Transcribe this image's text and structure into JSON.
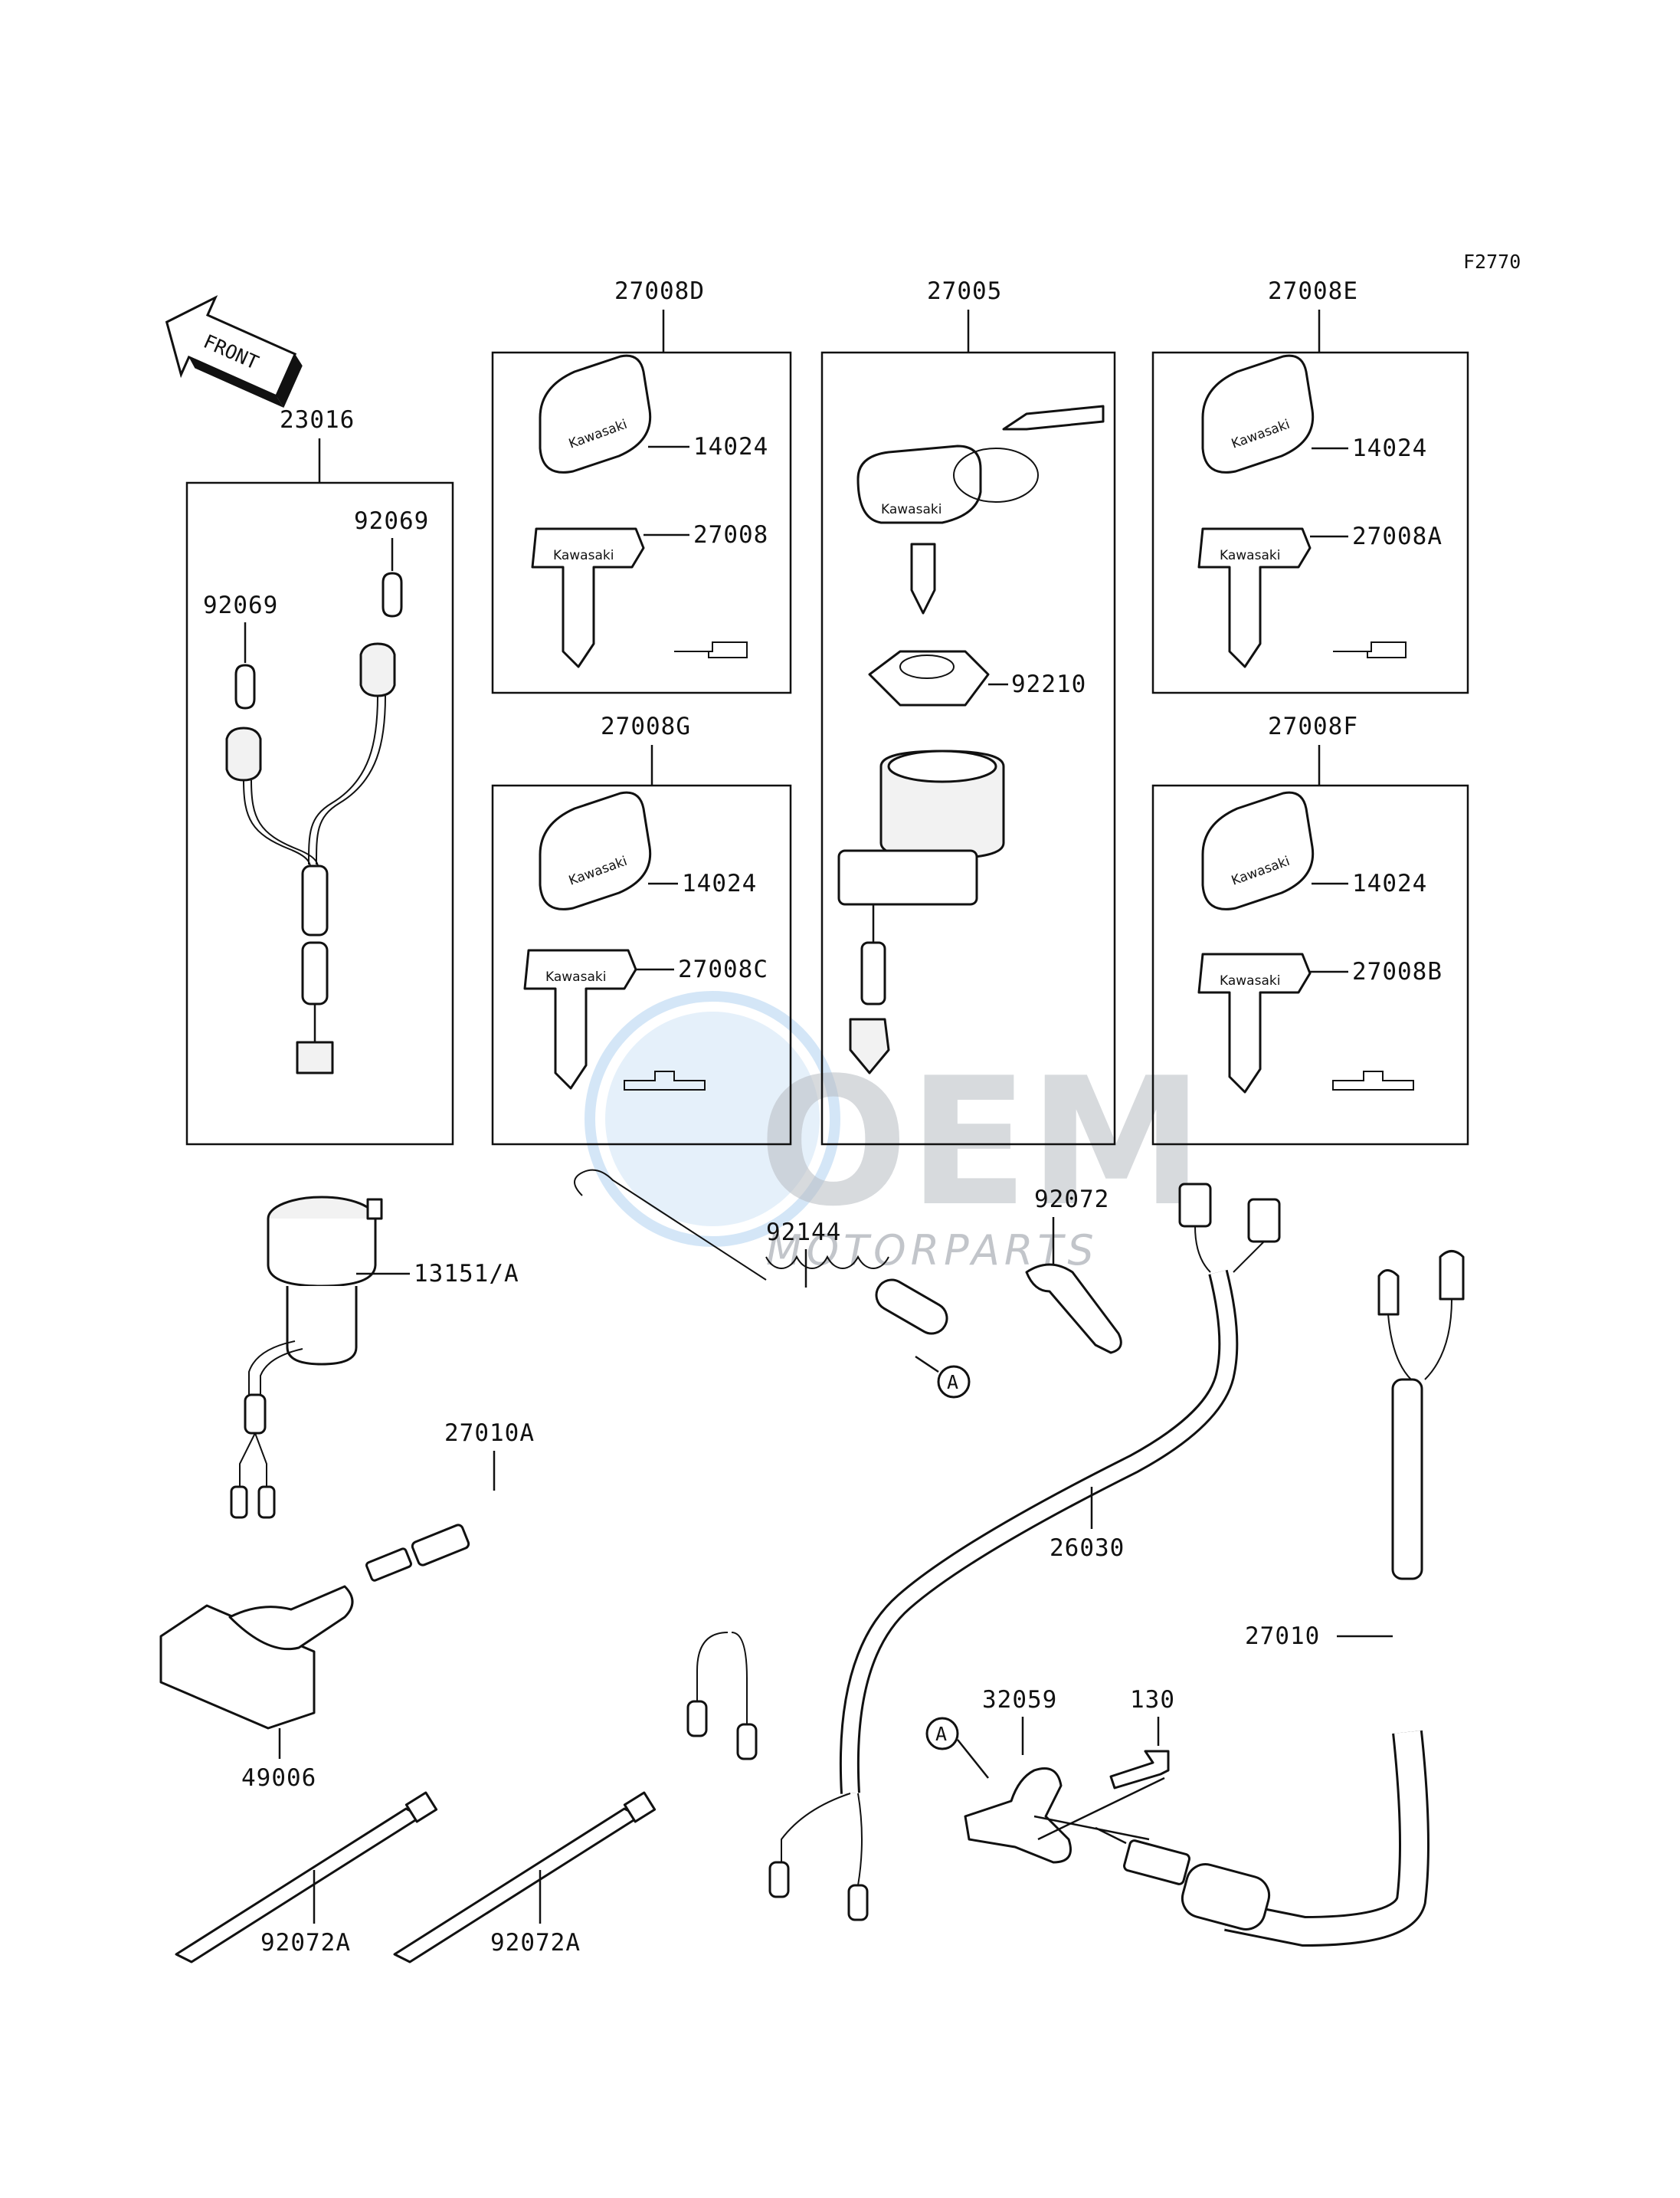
{
  "figure_code": "F2770",
  "front_arrow": {
    "text": "FRONT"
  },
  "brand_text": "Kawasaki",
  "callout_letter": "A",
  "watermark": {
    "main": "OEM",
    "sub": "MOTORPARTS"
  },
  "groups": {
    "g23016": {
      "label": "23016",
      "parts": [
        "92069",
        "92069"
      ]
    },
    "g27008D": {
      "label": "27008D",
      "parts": [
        "14024",
        "27008"
      ]
    },
    "g27005": {
      "label": "27005",
      "parts": [
        "92210"
      ]
    },
    "g27008E": {
      "label": "27008E",
      "parts": [
        "14024",
        "27008A"
      ]
    },
    "g27008G": {
      "label": "27008G",
      "parts": [
        "14024",
        "27008C"
      ]
    },
    "g27008F": {
      "label": "27008F",
      "parts": [
        "14024",
        "27008B"
      ]
    }
  },
  "loose_parts": {
    "p13151": "13151/A",
    "p92144": "92144",
    "p92072": "92072",
    "p27010A": "27010A",
    "p26030": "26030",
    "p27010": "27010",
    "p49006": "49006",
    "p32059": "32059",
    "p130": "130",
    "p92072A_1": "92072A",
    "p92072A_2": "92072A"
  },
  "icon_names": [
    "front-arrow-icon",
    "key-fob-icon",
    "blank-key-icon",
    "ignition-switch-icon",
    "wiring-harness-icon",
    "socket-icon",
    "cable-tie-icon",
    "stop-switch-icon"
  ]
}
